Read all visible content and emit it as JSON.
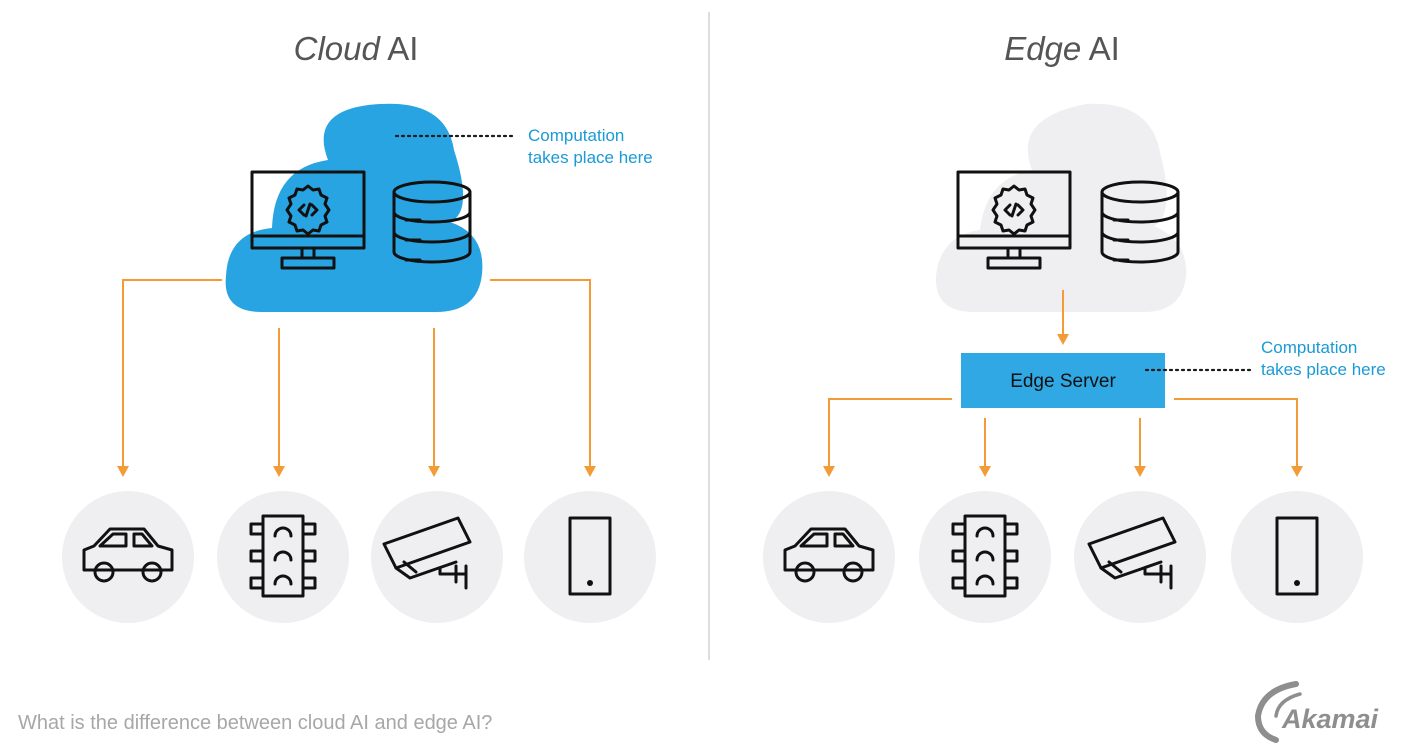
{
  "left_panel": {
    "title_italic": "Cloud",
    "title_rest": " AI",
    "note_line1": "Computation",
    "note_line2": "takes place here"
  },
  "right_panel": {
    "title_italic": "Edge",
    "title_rest": " AI",
    "server_label": "Edge Server",
    "note_line1": "Computation",
    "note_line2": "takes place here"
  },
  "caption": "What is the difference between cloud AI and edge AI?",
  "logo": {
    "text": "Akamai"
  },
  "icons": {
    "computer": "computer-monitor-icon",
    "gear": "code-gear-icon",
    "database": "database-icon",
    "car": "car-icon",
    "traffic_light": "traffic-light-icon",
    "camera": "security-camera-icon",
    "phone": "mobile-phone-icon"
  },
  "colors": {
    "cloud_active": "#27a4e1",
    "cloud_inactive": "#efeff1",
    "edge_server": "#2fa8e3",
    "arrow": "#f39b36",
    "note_text": "#1a9ad6",
    "device_circle": "#efeff1"
  }
}
